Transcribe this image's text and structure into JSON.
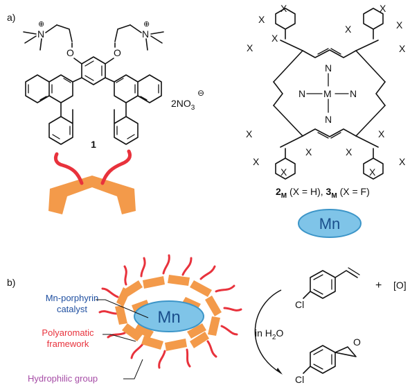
{
  "panel_a": {
    "label": "a)",
    "compound1": {
      "number": "1",
      "counterion": "2NO",
      "counterion_sub": "3",
      "atom_n": "N",
      "atom_o": "O",
      "plus": "⊕",
      "minus": "⊖"
    },
    "porphyrin": {
      "substituent": "X",
      "atom_n": "N",
      "atom_m": "M",
      "caption_2": "2",
      "caption_sub": "M",
      "caption_2_rest": " (X = H),  ",
      "caption_3": "3",
      "caption_3_rest": " (X = F)",
      "metal_label": "Mn"
    }
  },
  "panel_b": {
    "label": "b)",
    "catalyst_label_line1": "Mn-porphyrin",
    "catalyst_label_line2": "catalyst",
    "framework_label_line1": "Polyaromatic",
    "framework_label_line2": "framework",
    "hydrophilic_label": "Hydrophilic group",
    "capsule_metal": "Mn",
    "plus": "+",
    "oxidant": "[O]",
    "solvent_prefix": "in H",
    "solvent_sub": "2",
    "solvent_suffix": "O",
    "substituent_cl": "Cl",
    "epoxide_o": "O"
  },
  "colors": {
    "framework_orange": "#f39a4a",
    "hydrophilic_red": "#e8323c",
    "mn_fill": "#7fc4e8",
    "mn_stroke": "#3c95c8",
    "mn_text": "#1a4f8c",
    "catalyst_label": "#1f4fa0",
    "framework_label": "#e8323c",
    "hydrophilic_label": "#a64ca6"
  }
}
